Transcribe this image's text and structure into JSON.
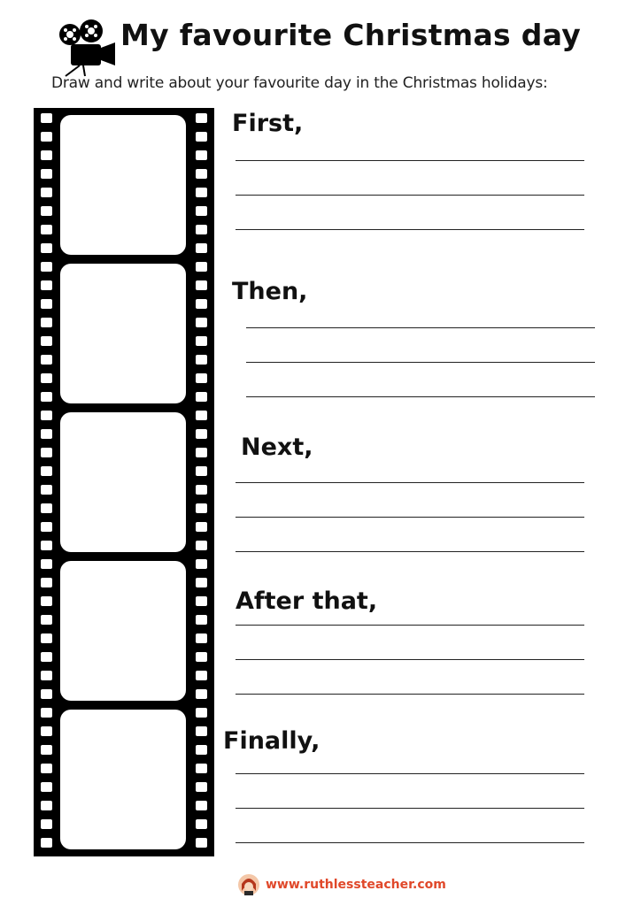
{
  "header": {
    "title": "My favourite Christmas day",
    "subtitle": "Draw and write about your favourite day in the Christmas holidays:",
    "icon": "movie-camera-icon"
  },
  "filmstrip": {
    "frames": 5,
    "color": "#000000"
  },
  "sections": [
    {
      "prompt": "First,"
    },
    {
      "prompt": "Then,"
    },
    {
      "prompt": "Next,"
    },
    {
      "prompt": "After that,"
    },
    {
      "prompt": "Finally,"
    }
  ],
  "footer": {
    "url": "www.ruthlessteacher.com",
    "icon": "teacher-avatar-icon",
    "accent": "#e0482a"
  }
}
